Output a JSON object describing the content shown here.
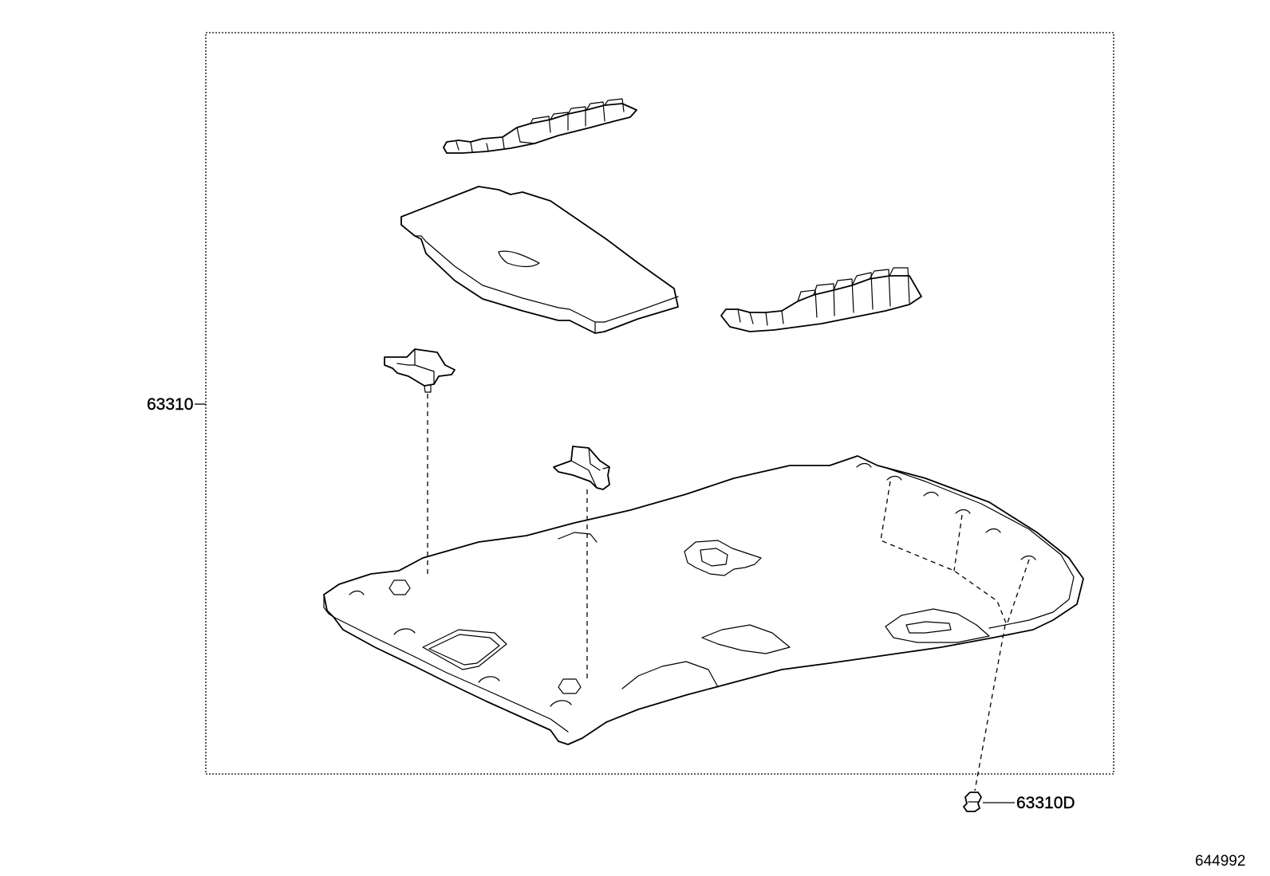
{
  "labels": {
    "headliner_assembly": "63310",
    "clip": "63310D"
  },
  "diagram_id": "644992"
}
